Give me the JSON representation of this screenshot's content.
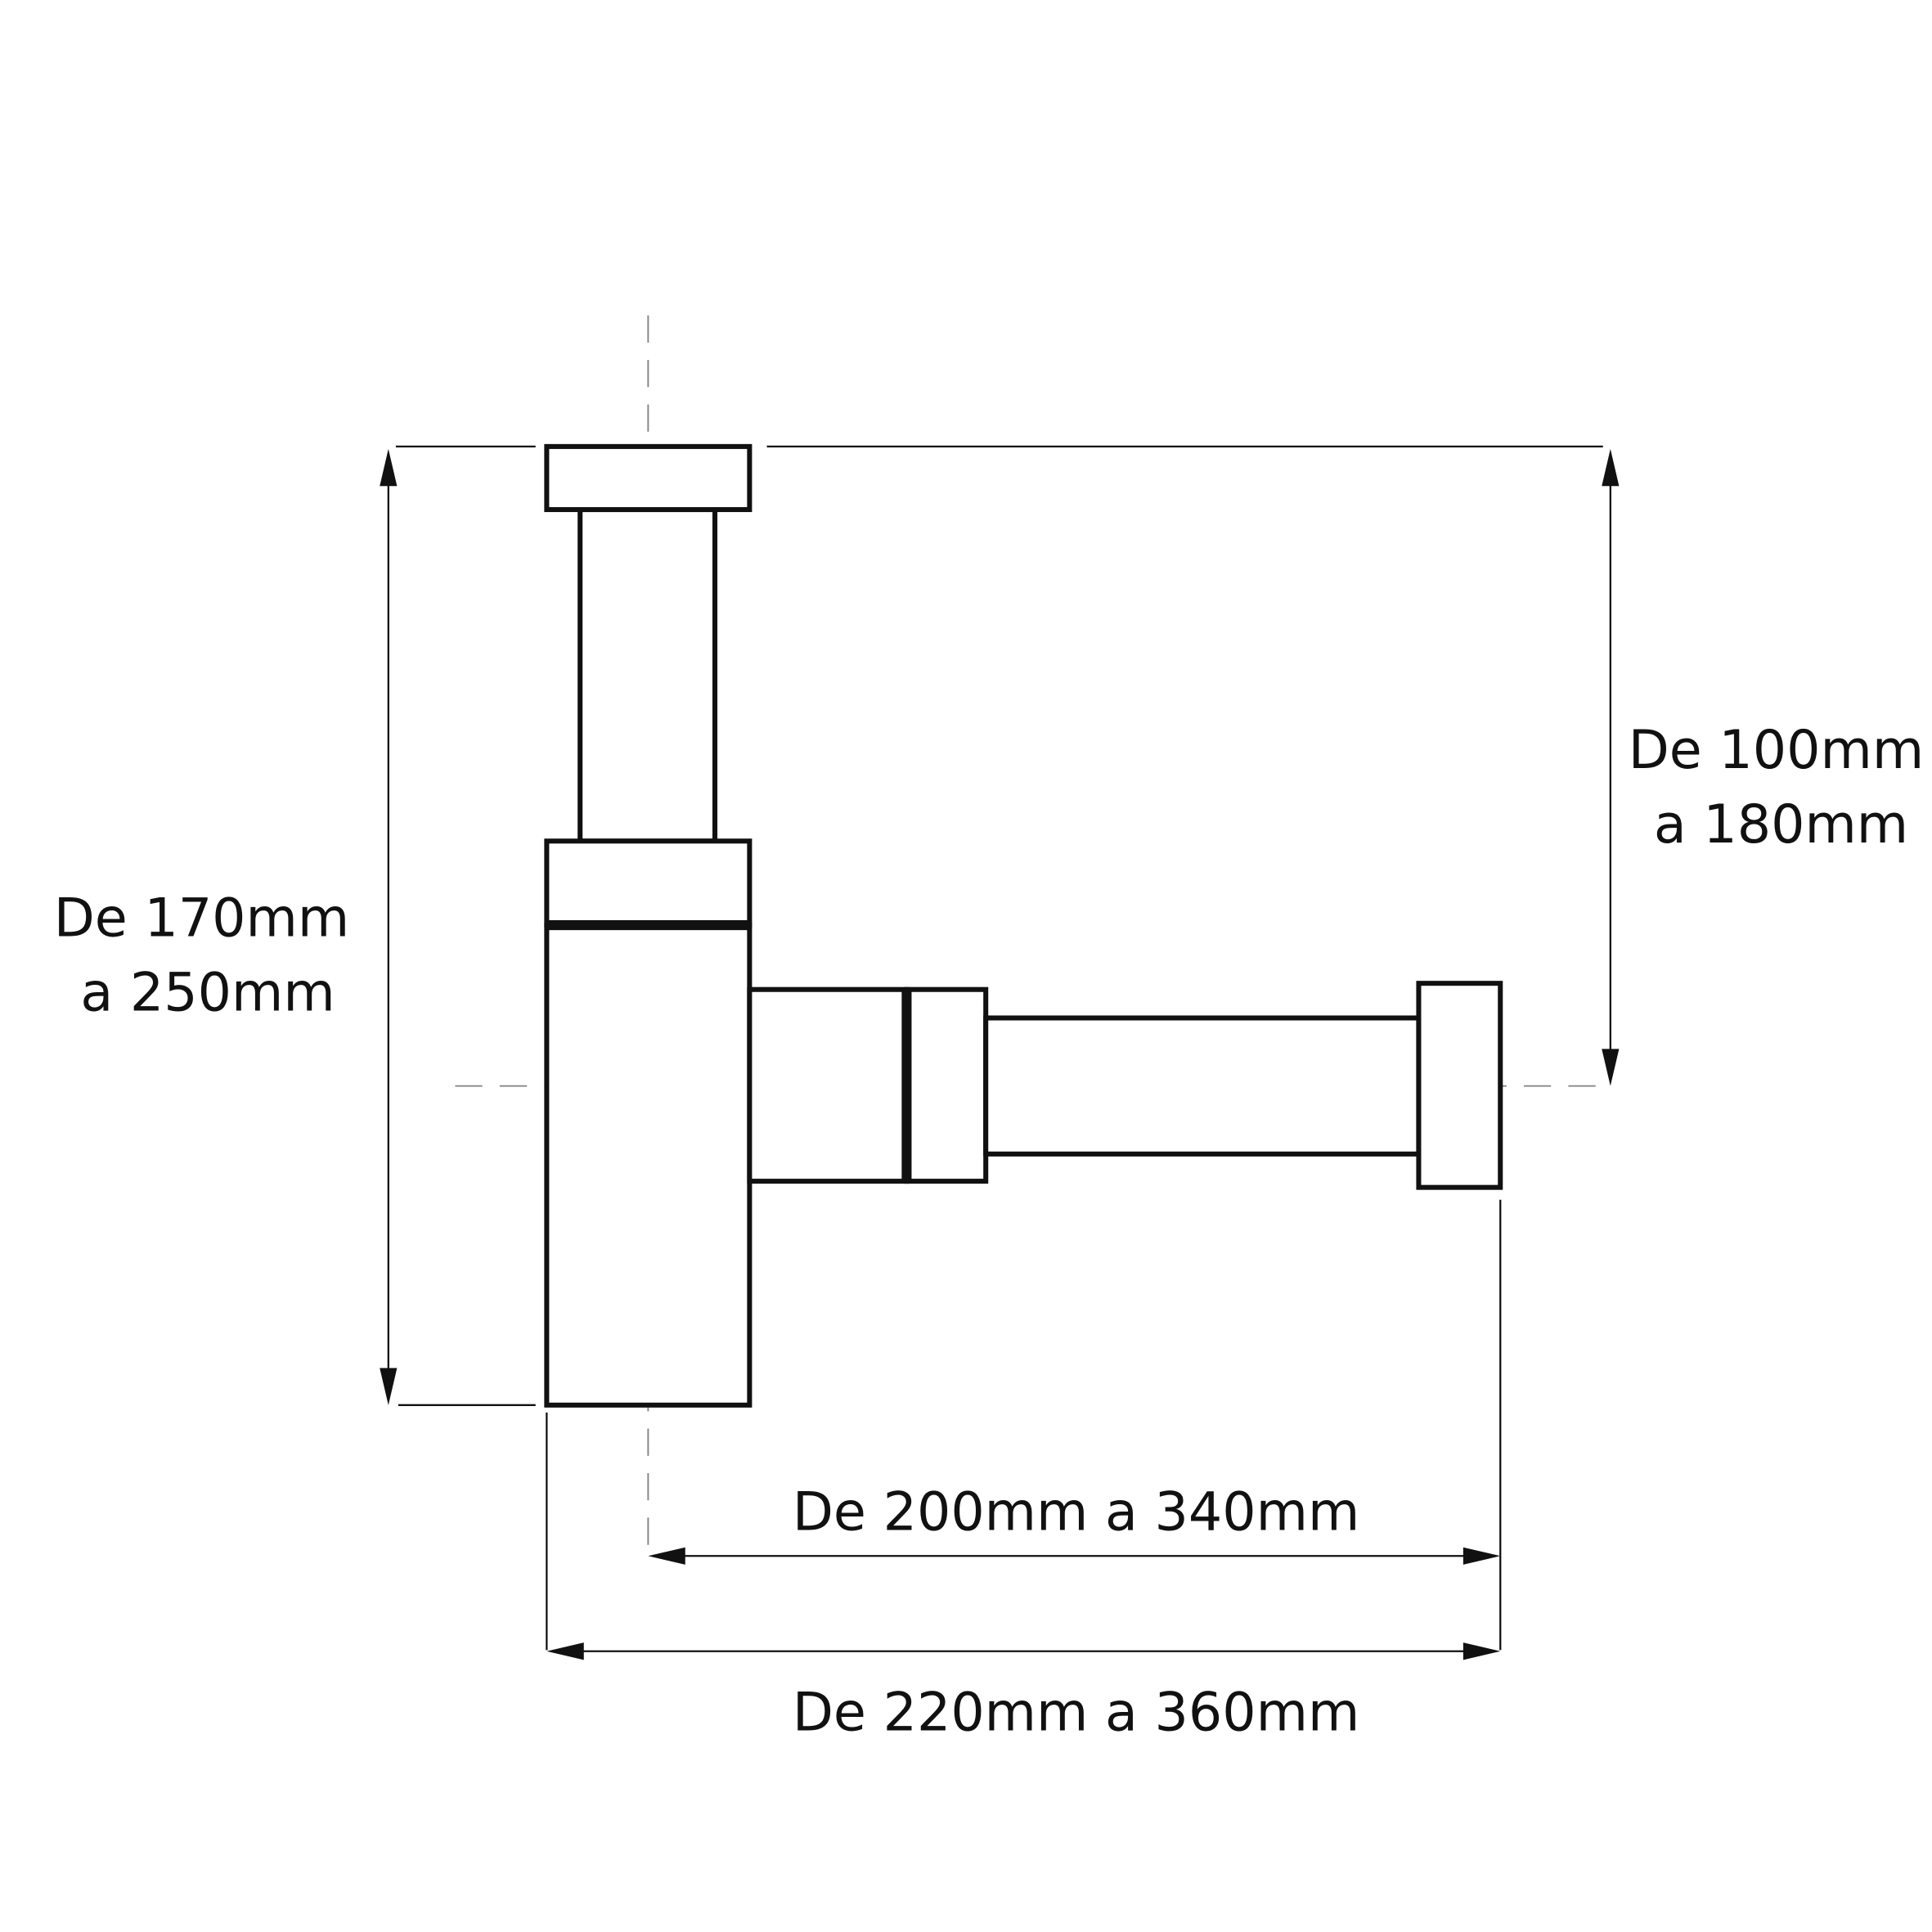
{
  "dimensions": {
    "total_height": {
      "line1": "De 170mm",
      "line2": "a 250mm"
    },
    "inlet_height": {
      "line1": "De 100mm",
      "line2": "a 180mm"
    },
    "axis_to_outlet": "De 200mm a 340mm",
    "total_length": "De 220mm a 360mm"
  },
  "colors": {
    "stroke": "#111111",
    "axis": "#888888",
    "background": "#ffffff"
  }
}
